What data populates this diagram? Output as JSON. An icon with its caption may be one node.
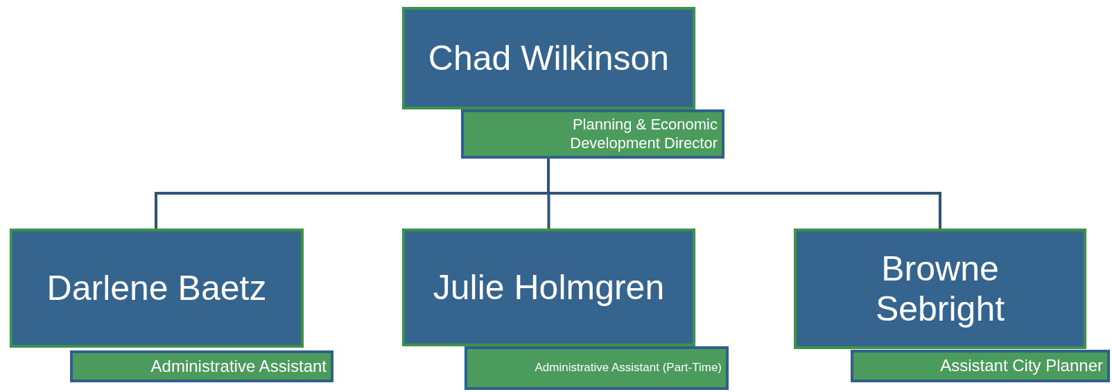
{
  "diagram": {
    "nodes": [
      {
        "text": [
          "Chad Wilkinson"
        ]
      },
      {
        "text": [
          "Planning & Economic Development Director"
        ]
      },
      {
        "text": [
          "Darlene Baetz"
        ]
      },
      {
        "text": [
          "Administrative Assistant"
        ]
      },
      {
        "text": [
          "Julie Holmgren"
        ]
      },
      {
        "text": [
          "Administrative Assistant (Part-Time)"
        ]
      },
      {
        "text": [
          "Browne Sebright"
        ]
      },
      {
        "text": [
          "Assistant City Planner"
        ]
      }
    ],
    "edges": [
      {
        "from": 1,
        "to": 2,
        "arrow": "none"
      },
      {
        "from": 1,
        "to": 4,
        "arrow": "none"
      },
      {
        "from": 1,
        "to": 6,
        "arrow": "none"
      }
    ]
  }
}
